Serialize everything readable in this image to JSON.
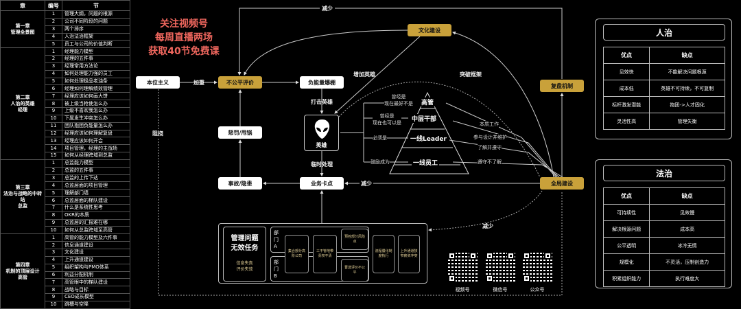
{
  "toc": {
    "headers": [
      "章",
      "编号",
      "节"
    ],
    "chapters": [
      {
        "title": "第一章\n管理全景图",
        "sections": [
          "管理大纲，问题的根源",
          "公司不同阶段的问题",
          "两个排序",
          "人治法治框架",
          "员工与公司的价值判断"
        ]
      },
      {
        "title": "第二章\n人治的英雄\n经理",
        "sections": [
          "经理能力模型",
          "经理的五件事",
          "经理常用方法论",
          "如何处理能力强的员工",
          "如何处理极品老油条",
          "经理如何理解绩效管理",
          "经理应该如何画大饼",
          "被上级当枪使怎么办",
          "上级不喜欢我怎么办",
          "下属发生冲突怎么办",
          "团队抱团负能量怎么办",
          "经理应该如何理解复盘",
          "经理应该如何开会",
          "项目管理，经理的主战场",
          "如何从经理跨域到总监"
        ]
      },
      {
        "title": "第三章\n法治与战略的中转站\n总监",
        "sections": [
          "总监能力模型",
          "总监的五件事",
          "总监的上传下达",
          "总监层面的项目管理",
          "理解部门墙",
          "总监层面的梯队建设",
          "什么是系统性思考",
          "OKR的本质",
          "总监层的汇报难在哪",
          "如何从总监跨域至高管"
        ]
      },
      {
        "title": "第四章\n机制的顶层设计\n高管",
        "sections": [
          "高管的能力模型及六件事",
          "信息通道建设",
          "文化建设",
          "上升通道建设",
          "组织架构与PMO体系",
          "利益分配机制",
          "高管眼中的梯队建设",
          "战略与目标",
          "CEO成长模型",
          "跳槽与空降"
        ]
      }
    ]
  },
  "promo": [
    "关注视频号",
    "每周直播两场",
    "获取40节免费课"
  ],
  "nodes": {
    "benwei": "本位主义",
    "unfair": "不公平评价",
    "negative": "负能量爆棚",
    "hero": "英雄",
    "punish": "惩罚/甩锅",
    "accident": "事故/隐患",
    "blocker": "业务卡点",
    "culture": "文化建设",
    "review": "复盘机制",
    "global": "全局建设"
  },
  "labels": {
    "aggravate": "加重",
    "reduce_top": "减少",
    "hit_hero": "打击英雄",
    "temp": "临时处理",
    "reduce_mid": "减少",
    "obstruct": "阻挠",
    "add_hero": "增加英雄",
    "break": "突破框架",
    "reduce_bottom": "减少"
  },
  "pyramid": {
    "levels": [
      "高管",
      "中层干部",
      "一线Leader",
      "一线员工"
    ],
    "left": [
      "曾经是\n现在最好不是",
      "曾经是\n现在也可以是",
      "必须是",
      "鼓励成为"
    ],
    "right": [
      "本质工作",
      "参与设计并维护",
      "了解并遵守",
      "遵守不了解"
    ]
  },
  "problem": {
    "title": "管理问题\n无效任务",
    "sub": "信息失真\n评价失效",
    "deptA": "部\n门\nA",
    "deptB": "部\n门\nB",
    "boxes": [
      "集合部分高阶公司",
      "三不管地带责权不清",
      "预控部分风险点",
      "晋选评价不公平",
      "流程僵化制度执行",
      "上升通道狭窄薪资冲突"
    ]
  },
  "qr": [
    "视频号",
    "微信号",
    "公众号"
  ],
  "panels": [
    {
      "title": "人治",
      "headers": [
        "优点",
        "缺点"
      ],
      "rows": [
        [
          "见效快",
          "不能解决问题根源"
        ],
        [
          "成本低",
          "英雄不可持续，不可复制"
        ],
        [
          "标杆激发潜能",
          "抱团->人才固化"
        ],
        [
          "灵活性高",
          "管理失衡"
        ]
      ]
    },
    {
      "title": "法治",
      "headers": [
        "优点",
        "缺点"
      ],
      "rows": [
        [
          "可持续性",
          "见效慢"
        ],
        [
          "解决根源问题",
          "成本高"
        ],
        [
          "公平透明",
          "冰冷无情"
        ],
        [
          "规模化",
          "不灵活，压制创造力"
        ],
        [
          "积累组织能力",
          "执行难度大"
        ]
      ]
    }
  ],
  "colors": {
    "gold": "#c9a13a",
    "promo": "#f0675e"
  }
}
